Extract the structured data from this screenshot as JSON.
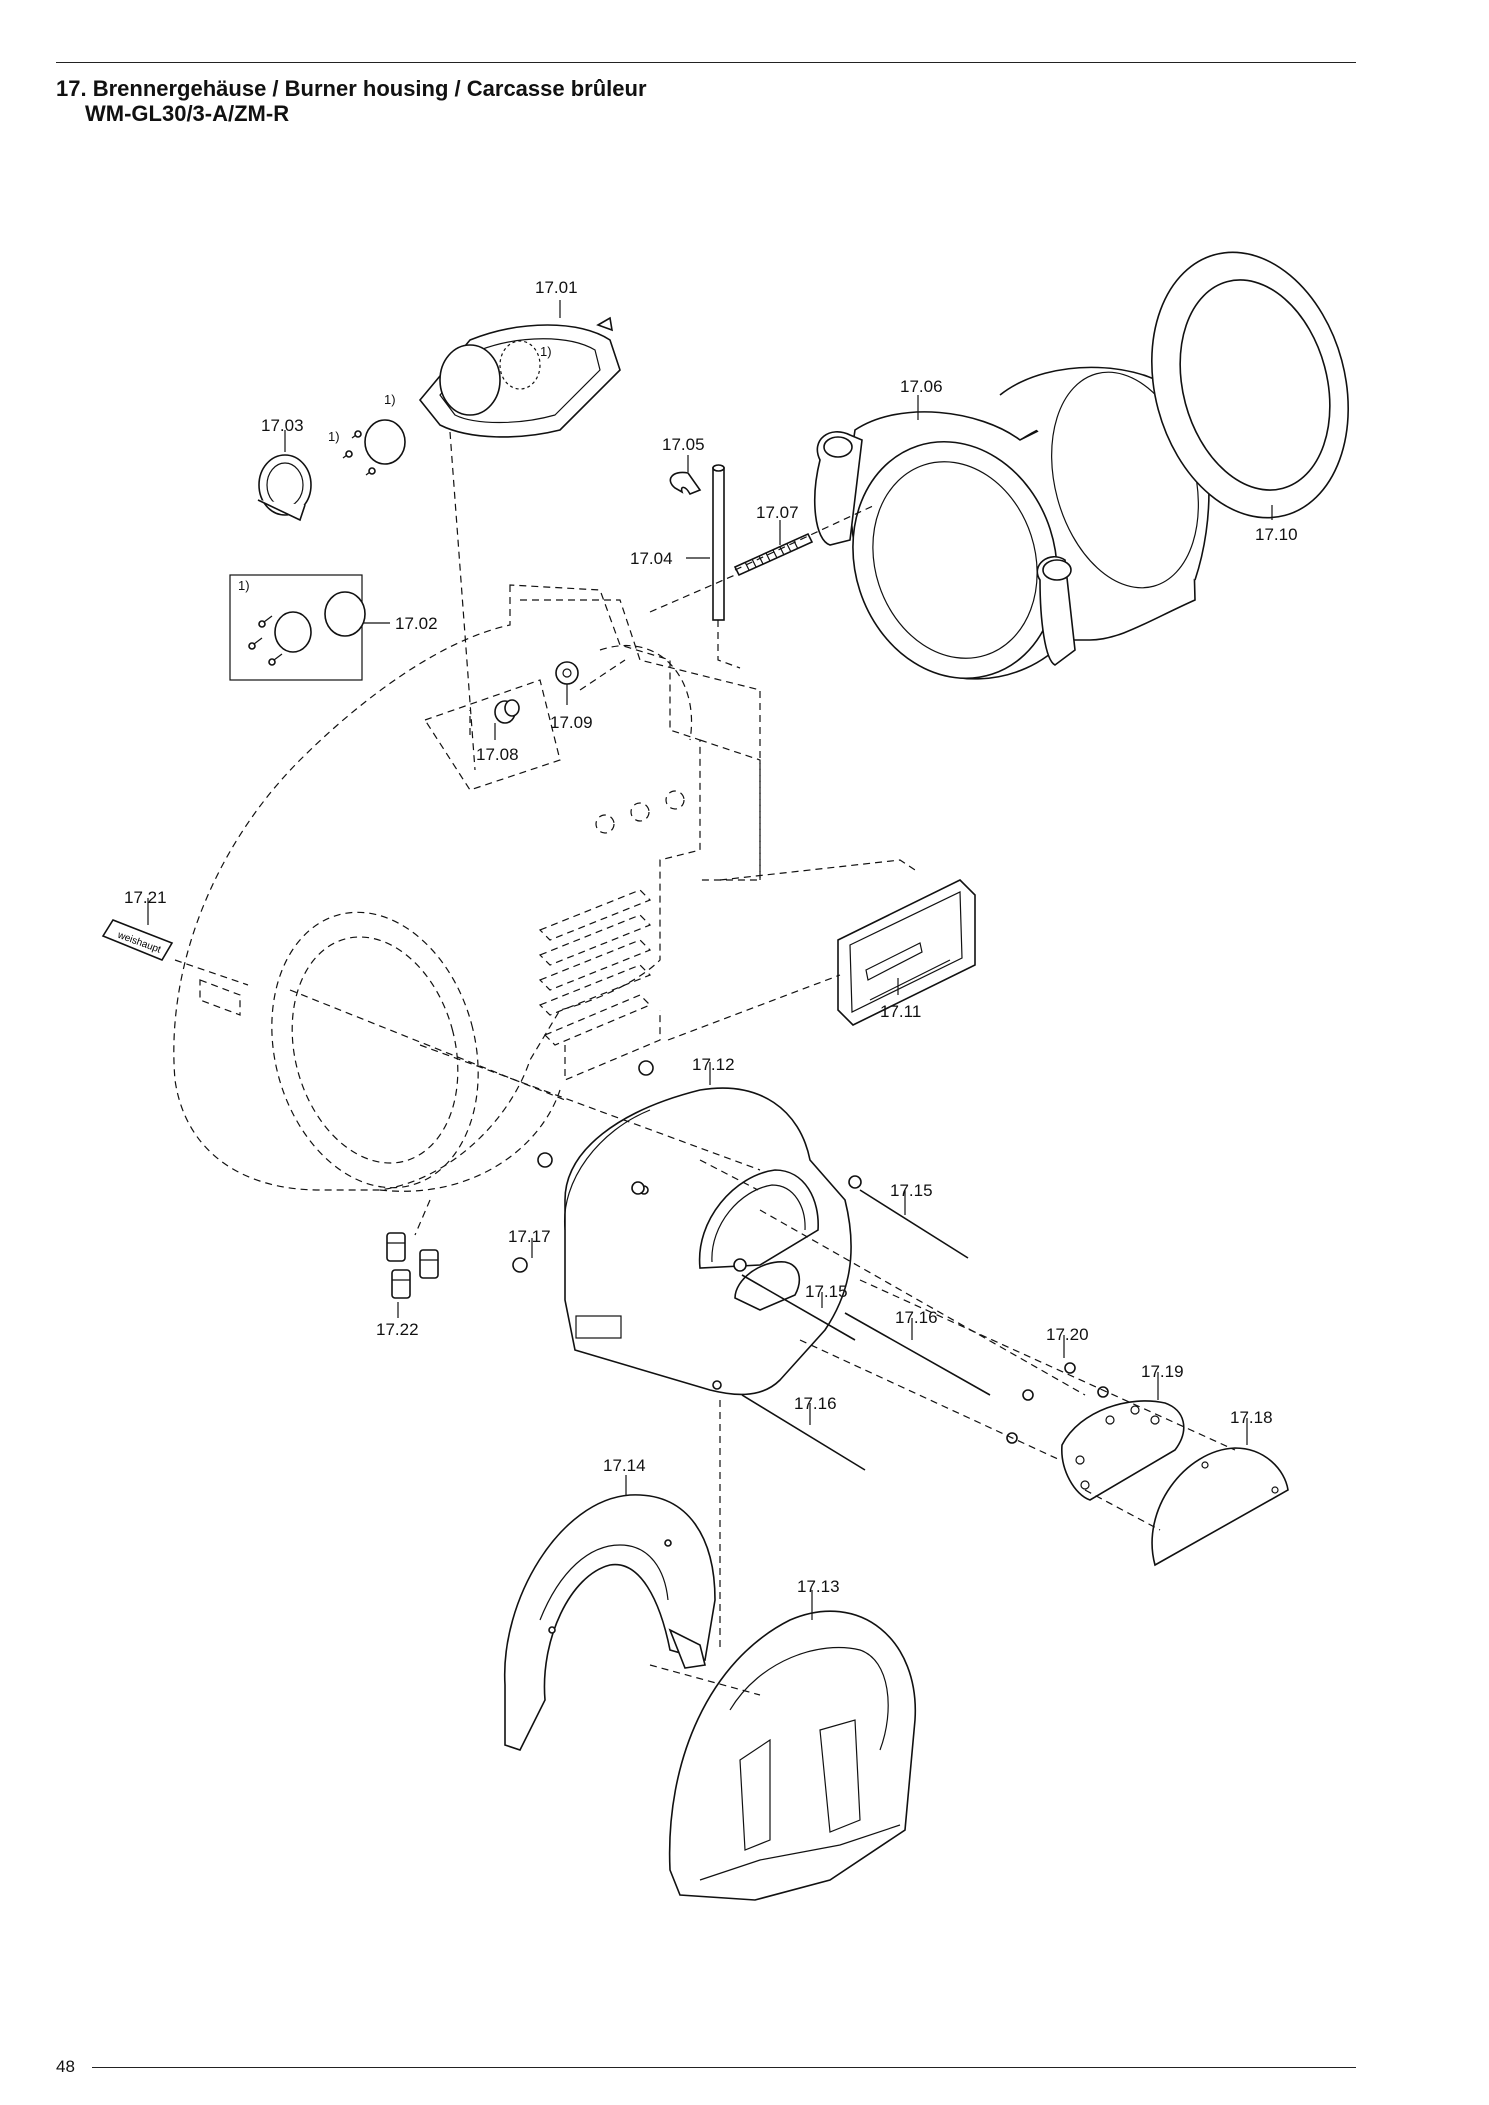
{
  "header": {
    "title_line1": "17. Brennergehäuse / Burner housing / Carcasse brûleur",
    "title_line2": "WM-GL30/3-A/ZM-R"
  },
  "footer": {
    "page_number": "48"
  },
  "diagram": {
    "callouts": [
      "17.01",
      "17.02",
      "17.03",
      "17.04",
      "17.05",
      "17.06",
      "17.07",
      "17.08",
      "17.09",
      "17.10",
      "17.11",
      "17.12",
      "17.13",
      "17.14",
      "17.15",
      "17.15",
      "17.16",
      "17.16",
      "17.17",
      "17.18",
      "17.19",
      "17.20",
      "17.21",
      "17.22"
    ],
    "footnote_marker": "1)",
    "nameplate_text": "weishaupt"
  }
}
